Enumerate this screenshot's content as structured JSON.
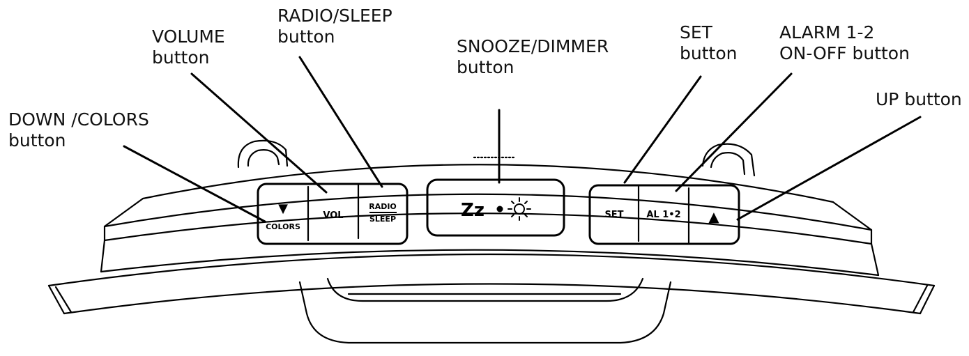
{
  "callouts": {
    "down_colors": {
      "line1": "DOWN /COLORS",
      "line2": "button"
    },
    "volume": {
      "line1": "VOLUME",
      "line2": "button"
    },
    "radio_sleep": {
      "line1": "RADIO/SLEEP",
      "line2": "button"
    },
    "snooze_dimmer": {
      "line1": "SNOOZE/DIMMER",
      "line2": "button"
    },
    "set": {
      "line1": "SET",
      "line2": "button"
    },
    "alarm": {
      "line1": "ALARM 1-2",
      "line2": "ON-OFF button"
    },
    "up": {
      "line1": "UP button"
    }
  },
  "buttons": {
    "down_arrow": "▼",
    "colors": "COLORS",
    "vol": "VOL",
    "radio": "RADIO",
    "sleep": "SLEEP",
    "snooze": "Zz",
    "set": "SET",
    "alarm": "AL 1•2",
    "up_arrow": "▲"
  },
  "icons": [
    "snooze-dot-icon",
    "sun-dimmer-icon"
  ],
  "colors": {
    "stroke": "#000000",
    "background": "#ffffff"
  }
}
